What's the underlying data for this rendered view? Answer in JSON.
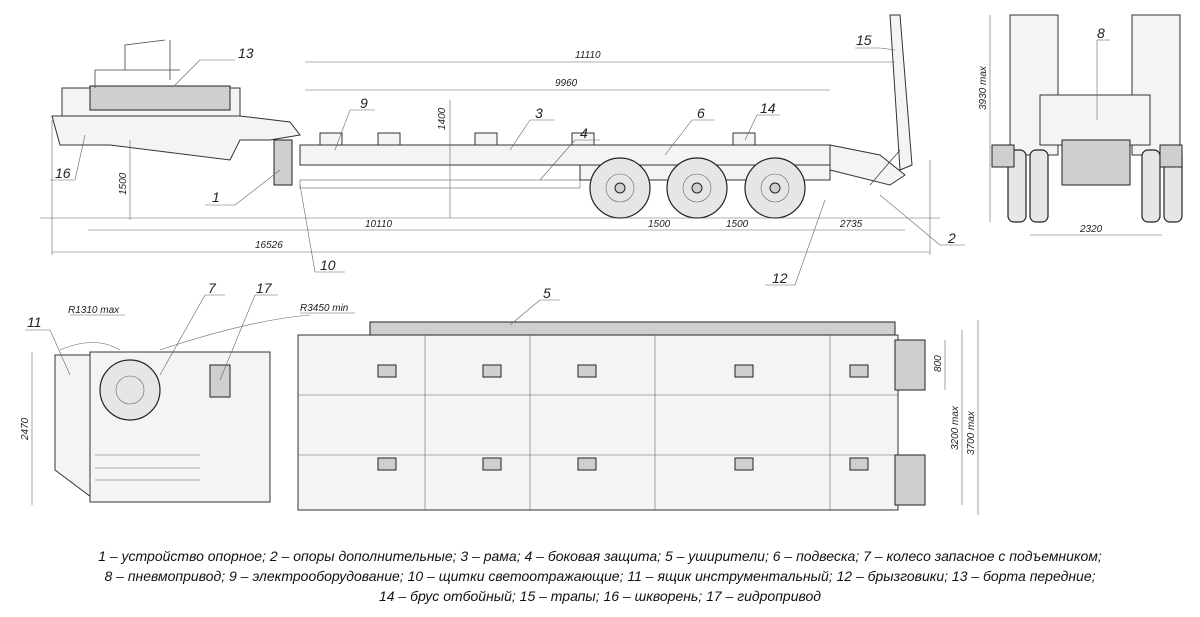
{
  "side_view": {
    "dims": {
      "total_length": "16526",
      "platform_outer": "11110",
      "platform_inner": "9960",
      "frame_length": "10110",
      "axle_pitch_1": "1500",
      "axle_pitch_2": "1500",
      "rear_overhang": "2735",
      "loading_height": "1500",
      "deck_height": "1400"
    },
    "callouts": [
      "13",
      "9",
      "3",
      "4",
      "6",
      "14",
      "15",
      "16",
      "1",
      "10",
      "12",
      "2"
    ]
  },
  "rear_view": {
    "dims": {
      "height_max": "3930 max",
      "wheel_track": "2320"
    },
    "callouts": [
      "8"
    ]
  },
  "top_view": {
    "dims": {
      "r_front": "R1310 max",
      "r_turn": "R3450 min",
      "front_width": "2470",
      "ramp_width": "800",
      "width_extended_1": "3200 max",
      "width_extended_2": "3700 max"
    },
    "callouts": [
      "11",
      "7",
      "17",
      "5"
    ]
  },
  "legend": {
    "line1": "1 – устройство опорное; 2 – опоры дополнительные; 3 – рама; 4 – боковая защита; 5 – уширители; 6 – подвеска; 7 – колесо запасное с подъемником;",
    "line2": "8 – пневмопривод; 9 – электрооборудование; 10 – щитки светоотражающие; 11 – ящик инструментальный; 12 – брызговики; 13 – борта передние;",
    "line3": "14 – брус отбойный; 15 – трапы; 16 – шкворень; 17 – гидропривод"
  }
}
